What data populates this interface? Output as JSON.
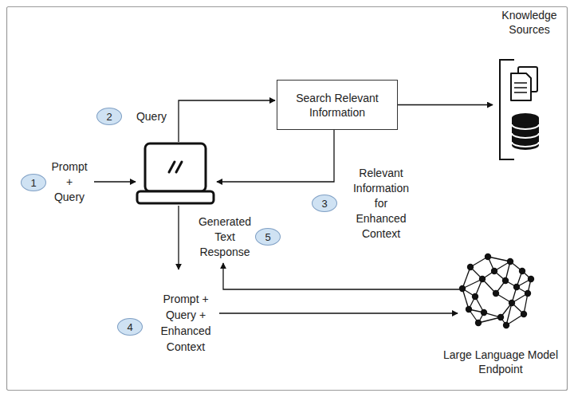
{
  "diagram": {
    "nodes": [
      {
        "text": [
          "Search Relevant Information"
        ]
      },
      {
        "text": [
          "Knowledge Sources"
        ]
      },
      {
        "text": [
          "Large Language Model Endpoint"
        ]
      }
    ],
    "edges": [
      {
        "from": 0,
        "to": 1,
        "arrow": "to"
      }
    ],
    "labels": [
      "1",
      "Prompt + Query",
      "2",
      "Query",
      "3",
      "Relevant Information for Enhanced Context",
      "Generated Text Response",
      "5",
      "4",
      "Prompt + Query + Enhanced Context"
    ]
  }
}
